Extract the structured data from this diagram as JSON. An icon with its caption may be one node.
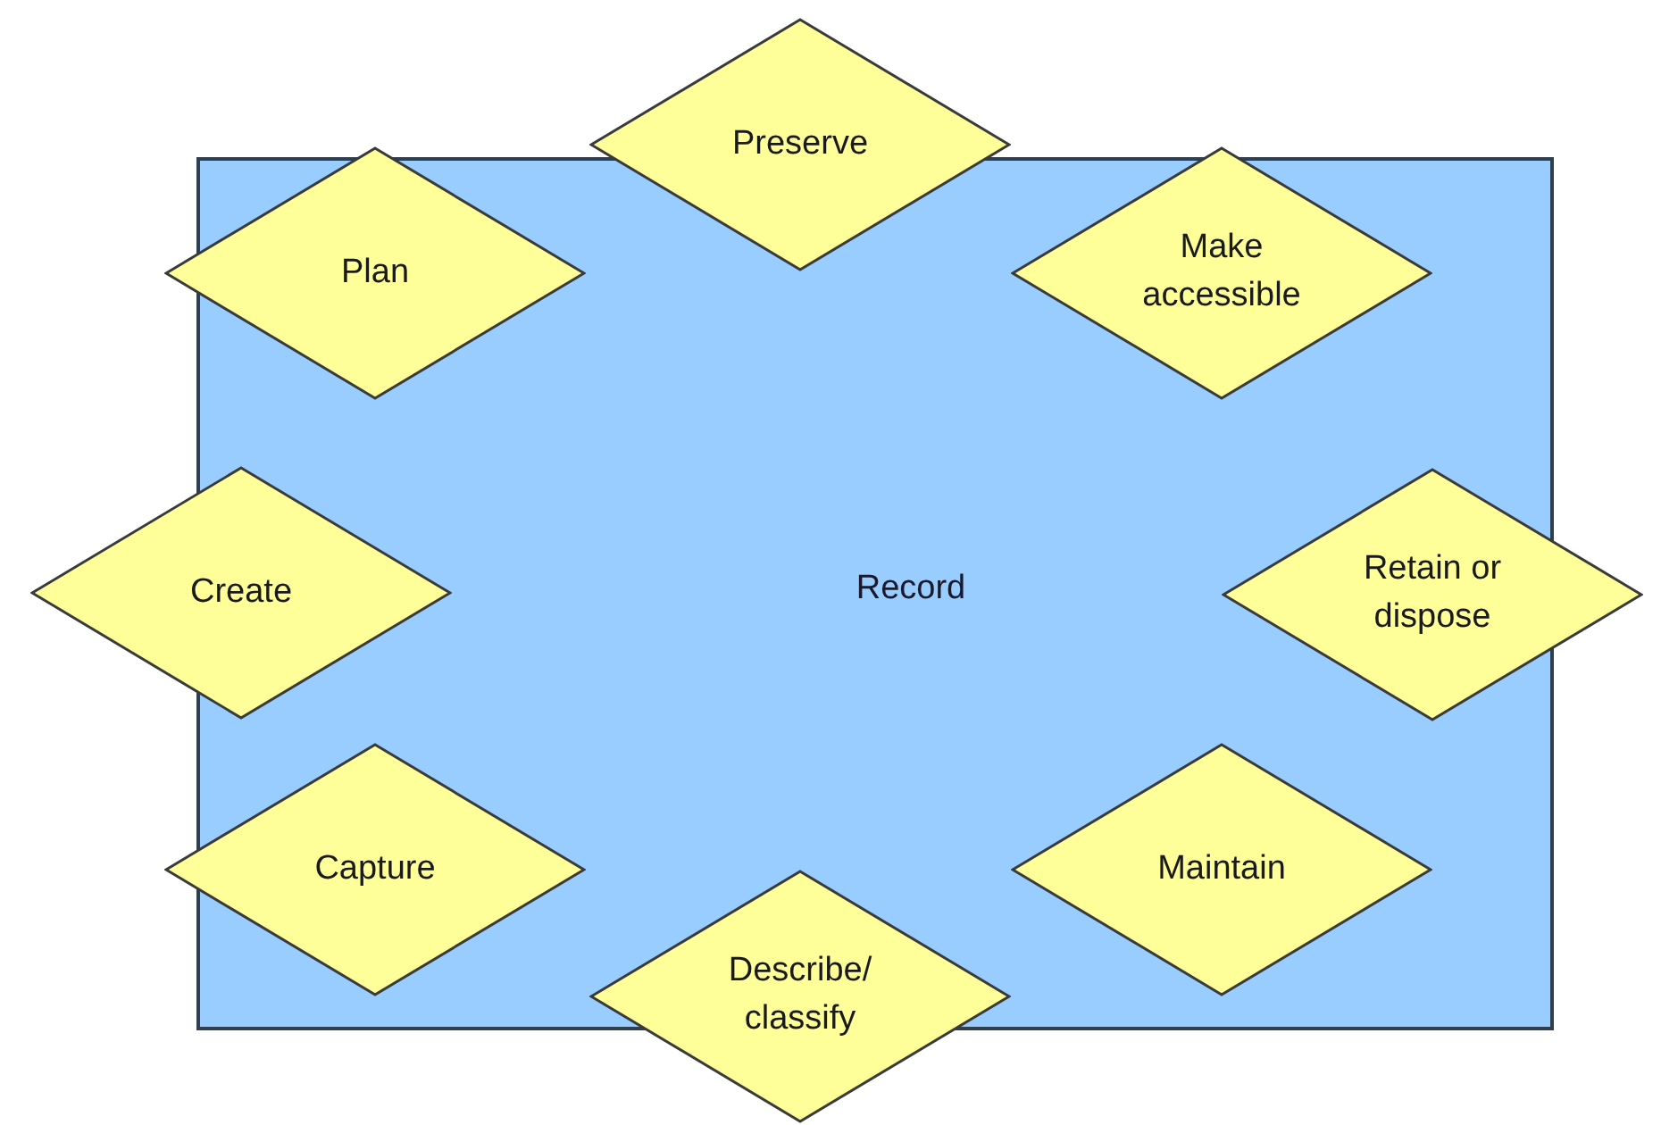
{
  "diagram": {
    "nodes": [
      {
        "text": [
          "Record"
        ]
      },
      {
        "text": [
          "Preserve"
        ]
      },
      {
        "text": [
          "Plan"
        ]
      },
      {
        "text": [
          "Make accessible"
        ],
        "in": 0
      },
      {
        "text": [
          "Create"
        ]
      },
      {
        "text": [
          "Retain or dispose"
        ]
      },
      {
        "text": [
          "Capture"
        ]
      },
      {
        "text": [
          "Maintain"
        ],
        "in": 0
      },
      {
        "text": [
          "Describe/ classify"
        ]
      }
    ]
  }
}
